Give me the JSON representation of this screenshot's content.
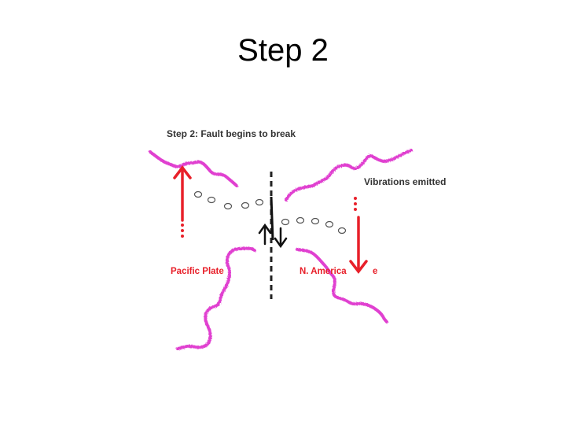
{
  "slide": {
    "title": "Step 2"
  },
  "diagram": {
    "heading": "Step 2: Fault begins to break",
    "vibrations_label": "Vibrations emitted",
    "left_plate_label": "Pacific Plate",
    "right_plate_label_left": "N. America",
    "right_plate_label_right": "e"
  },
  "colors": {
    "background": "#ffffff",
    "text": "#000000",
    "heading_text": "#333333",
    "wave": "#e040d0",
    "arrow_red": "#e8202a",
    "plate_label": "#e8202a",
    "fault_line": "#222222",
    "circles": "#555555"
  },
  "icons": {
    "left_motion": "red-up-arrow",
    "right_motion": "red-down-arrow",
    "slip_up": "black-up-arrow",
    "slip_down": "black-down-arrow"
  }
}
